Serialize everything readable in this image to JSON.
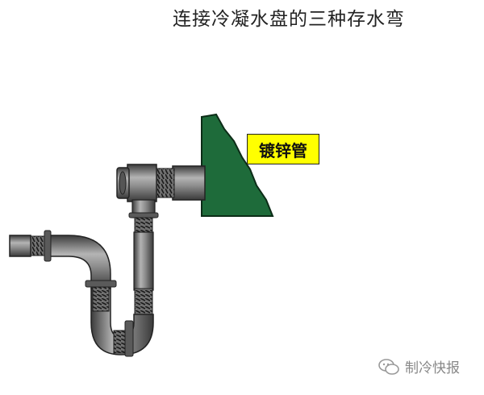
{
  "title": "连接冷凝水盘的三种存水弯",
  "callout": {
    "text": "镀锌管"
  },
  "watermark": {
    "text": "制冷快报",
    "icon": "wechat-icon"
  },
  "colors": {
    "pipe": "#8a8a8a",
    "pipe_shadow": "#4a4a4a",
    "wall": "#1e6b3a",
    "callout_bg": "#ffff00"
  }
}
